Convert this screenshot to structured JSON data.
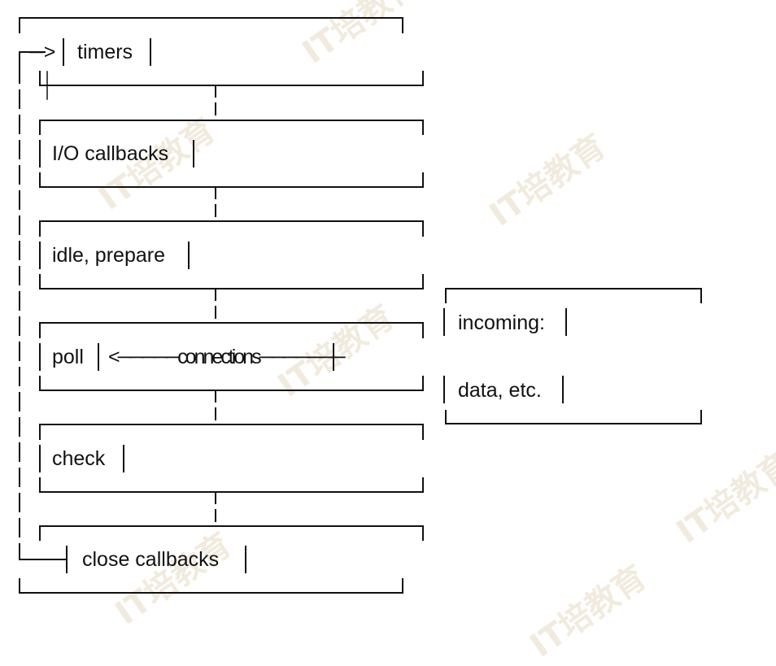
{
  "diagram": {
    "phases": [
      {
        "label": "timers"
      },
      {
        "label": "I/O callbacks"
      },
      {
        "label": "idle, prepare"
      },
      {
        "label": "poll"
      },
      {
        "label": "check"
      },
      {
        "label": "close callbacks"
      }
    ],
    "entry_arrow": "─>",
    "connections_arrow": "<─────connections───────",
    "incoming_box": {
      "line1": "incoming:",
      "line2": "data, etc."
    }
  },
  "watermark": {
    "text": "IT培教育",
    "color": "#f1ebdf"
  }
}
